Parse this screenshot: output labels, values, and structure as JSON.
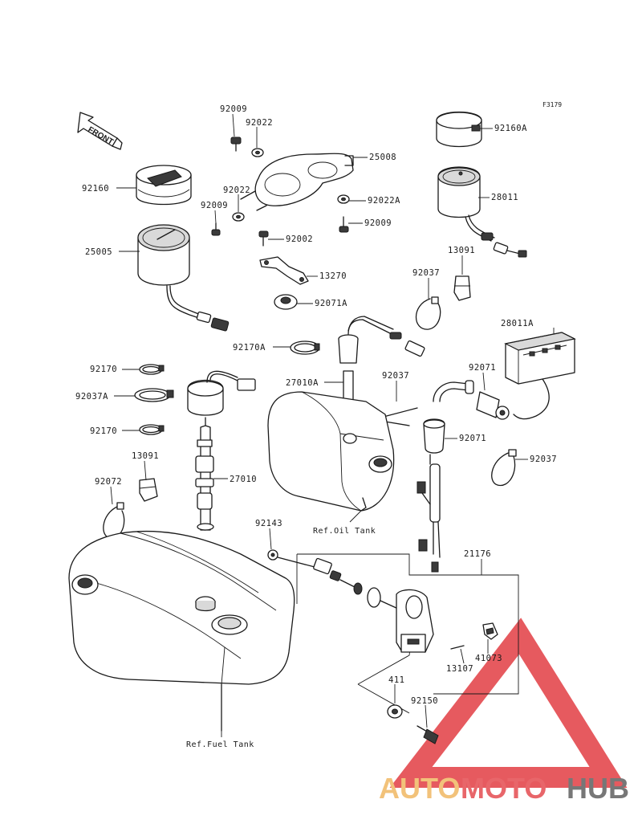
{
  "figure_code": "F3179",
  "front_label": "FRONT",
  "watermark": {
    "auto": "AUTO",
    "moto": "MOTO",
    "hub": "HUB",
    "color_auto": "#f2c27a",
    "color_moto": "#e8666a",
    "color_hub": "#777777",
    "triangle_color": "#e23d43"
  },
  "parts": {
    "p92009a": "92009",
    "p92022a": "92022",
    "p25008": "25008",
    "p92160a": "92160A",
    "p92160": "92160",
    "p28011": "28011",
    "p92022b": "92022",
    "p92022A": "92022A",
    "p92009b": "92009",
    "p92009c": "92009",
    "p92002": "92002",
    "p25005": "25005",
    "p13091a": "13091",
    "p13270": "13270",
    "p92037a": "92037",
    "p92071A": "92071A",
    "p28011A": "28011A",
    "p92170A": "92170A",
    "p92170a": "92170",
    "p92071a": "92071",
    "p27010A": "27010A",
    "p92037b": "92037",
    "p92037A": "92037A",
    "p92071b": "92071",
    "p92170b": "92170",
    "p13091b": "13091",
    "p92037c": "92037",
    "p27010": "27010",
    "p92072": "92072",
    "p92143": "92143",
    "p21176": "21176",
    "p13107": "13107",
    "p41073": "41073",
    "p411": "411",
    "p92150": "92150"
  },
  "refs": {
    "oil_tank": "Ref.Oil Tank",
    "fuel_tank": "Ref.Fuel Tank"
  }
}
